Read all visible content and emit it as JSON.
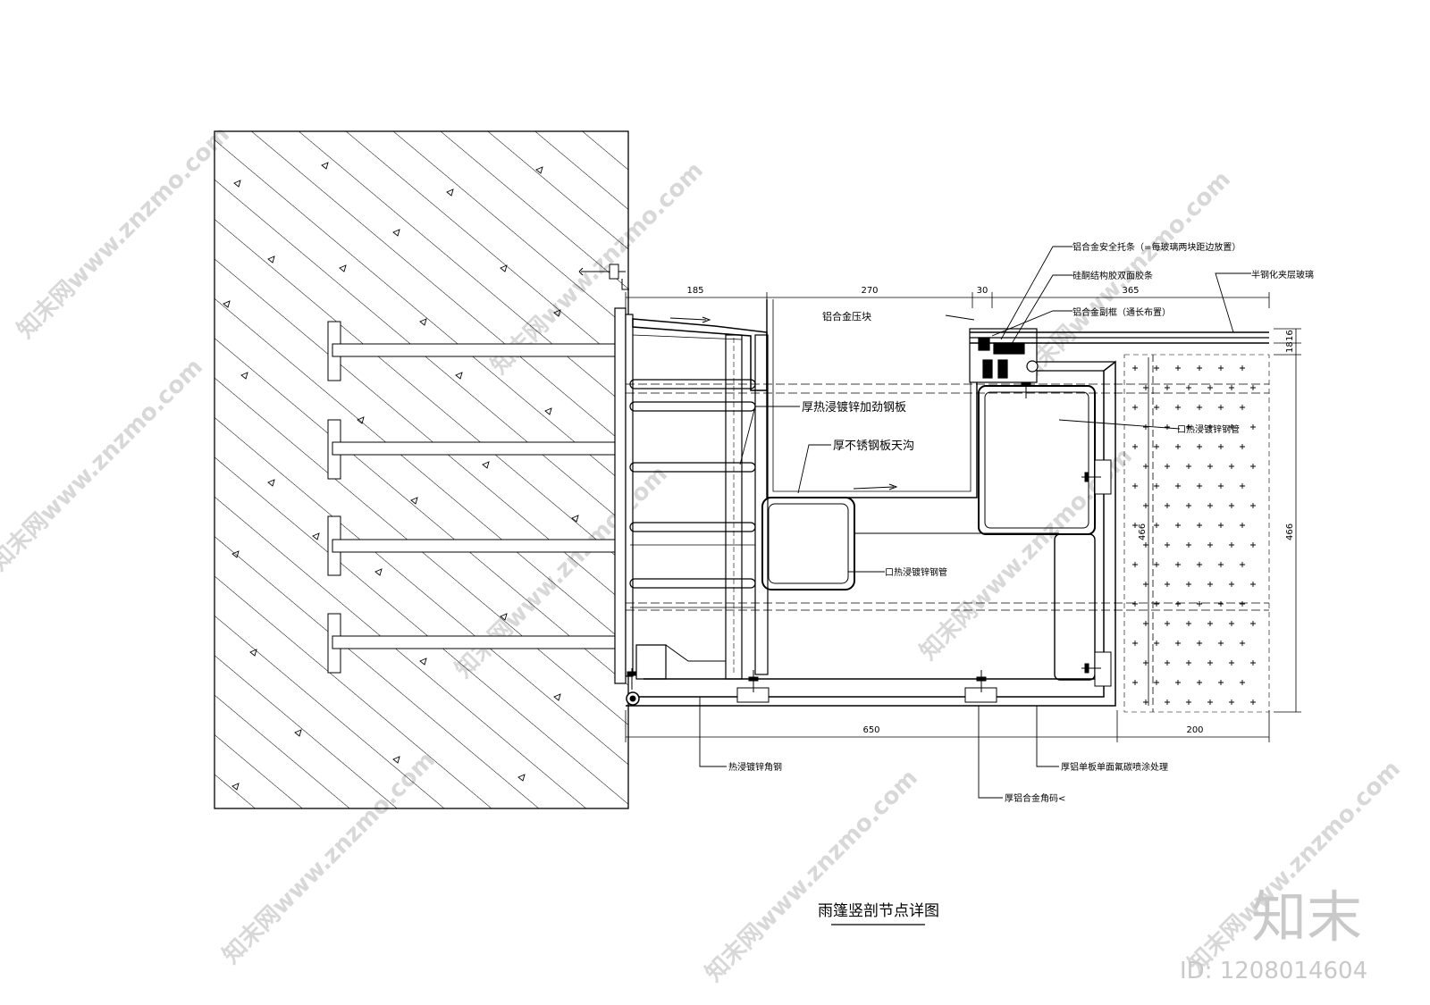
{
  "title": "雨篷竖剖节点详图",
  "dimensions": {
    "top": [
      "185",
      "270",
      "30",
      "365"
    ],
    "bottom": [
      "650",
      "200"
    ],
    "right_small": [
      "16",
      "18"
    ],
    "right_height": "466",
    "inner_height": "466"
  },
  "labels": {
    "safety_strip": "铝合金安全托条（=每玻璃两块距边放置）",
    "silicone": "硅酮结构胶双面胶条",
    "laminated_glass": "半钢化夹层玻璃",
    "subframe": "铝合金副框（通长布置）",
    "pressure_block": "铝合金压块",
    "stiffener": "厚热浸镀锌加劲钢板",
    "gutter": "厚不锈钢板天沟",
    "tube_right": "口热浸镀锌钢管",
    "tube_center": "口热浸镀锌钢管",
    "angle_steel": "热浸镀锌角钢",
    "alu_panel": "厚铝单板单面氟碳喷涂处理",
    "alu_angle": "厚铝合金角码<"
  },
  "watermark": {
    "text": "知末网www.znzmo.com",
    "brand": "知末",
    "id": "ID: 1208014604"
  },
  "colors": {
    "line": "#000000",
    "watermark": "#d8d8d8",
    "background": "#ffffff"
  }
}
